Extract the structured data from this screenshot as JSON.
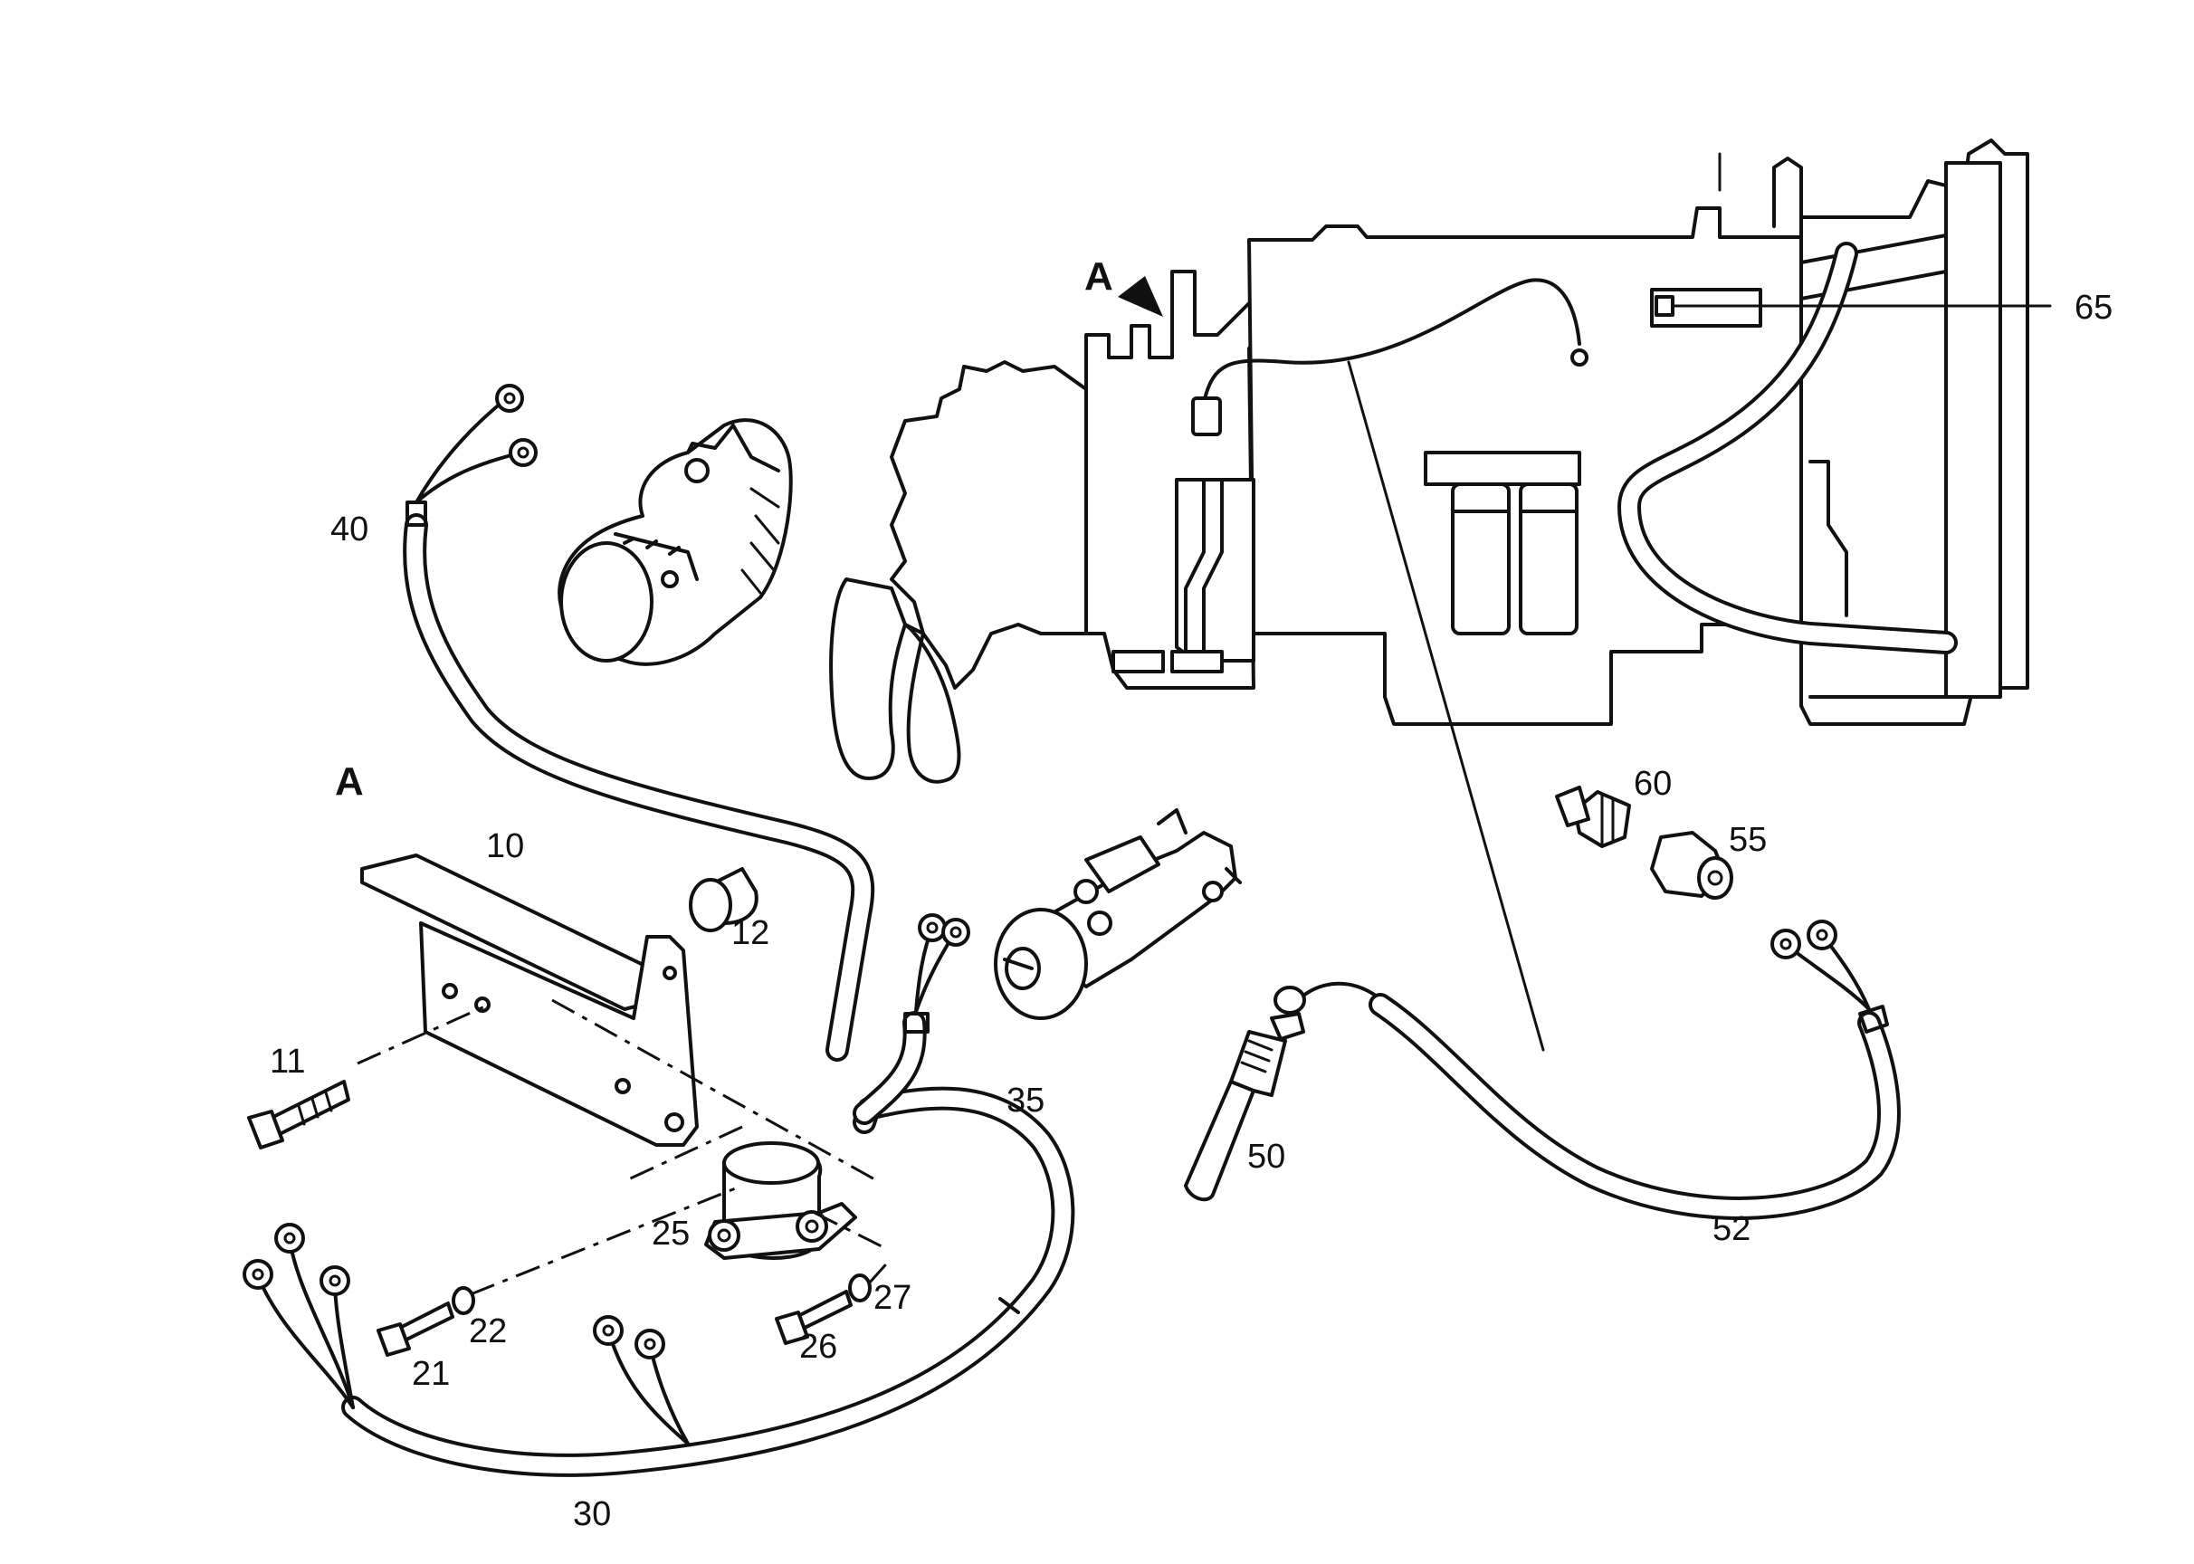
{
  "diagram": {
    "view_markers": {
      "top_arrow_label": "A",
      "detail_label": "A"
    },
    "callouts": {
      "p10": "10",
      "p11": "11",
      "p12": "12",
      "p21": "21",
      "p22": "22",
      "p25": "25",
      "p26": "26",
      "p27": "27",
      "p30": "30",
      "p35": "35",
      "p40": "40",
      "p50": "50",
      "p52": "52",
      "p55": "55",
      "p60": "60",
      "p65": "65"
    }
  }
}
